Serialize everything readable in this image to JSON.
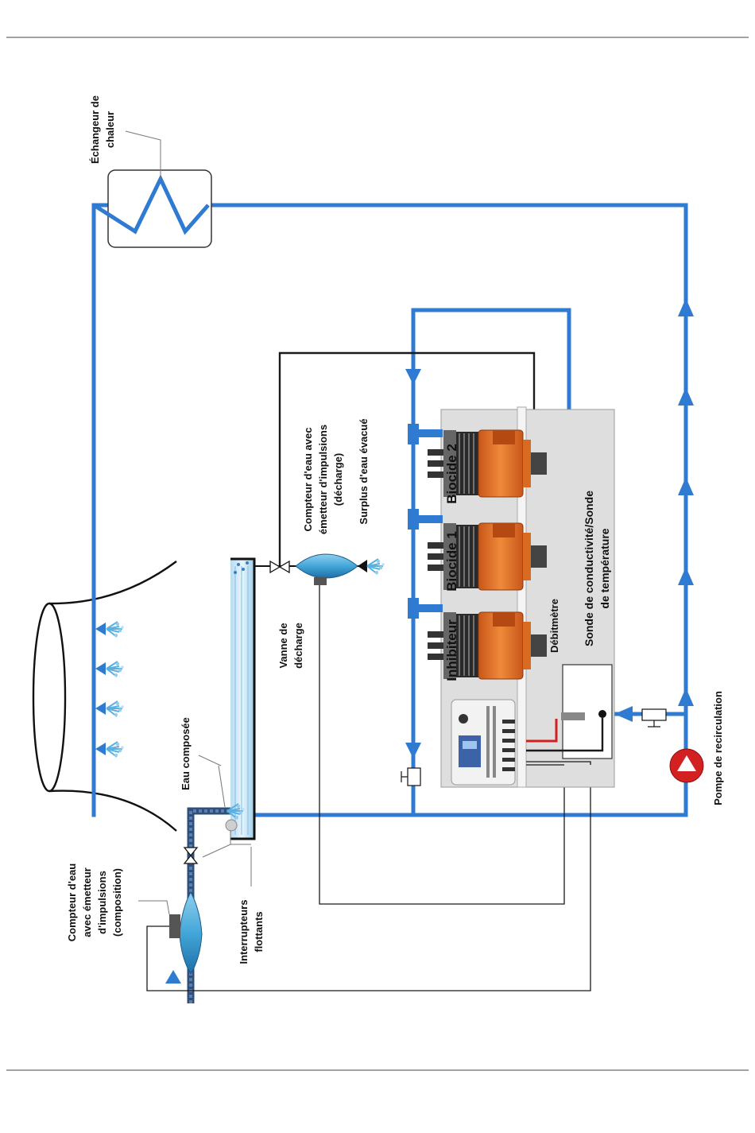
{
  "labels": {
    "heat_exchanger": [
      "Échangeur de",
      "chaleur"
    ],
    "makeup_water": "Eau composée",
    "makeup_meter": [
      "Compteur d'eau",
      "avec émetteur",
      "d'impulsions",
      "(composition)"
    ],
    "float_switches": [
      "Interrupteurs",
      "flottants"
    ],
    "discharge_valve": [
      "Vanne de",
      "décharge"
    ],
    "discharge_meter": [
      "Compteur d'eau avec",
      "émetteur d'impulsions",
      "(décharge)"
    ],
    "overflow": "Surplus d'eau évacué",
    "inhibitor": "Inhibiteur",
    "biocide1": "Biocide 1",
    "biocide2": "Biocide 2",
    "flowmeter": "Débitmètre",
    "conductivity_probe": [
      "Sonde de conductivité/Sonde",
      "de température"
    ],
    "recirc_pump": "Pompe de recirculation"
  },
  "colors": {
    "pipe": "#2f7bd1",
    "pump_body": "#d32020",
    "dosing_pump": "#e8731c",
    "panel": "#dedede",
    "wiring": "#1a1a1a",
    "red_wire": "#d02020"
  },
  "icons": {
    "pump": "circle-triangle-pump-icon",
    "spray": "water-spray-icon",
    "valve": "bowtie-valve-icon"
  }
}
